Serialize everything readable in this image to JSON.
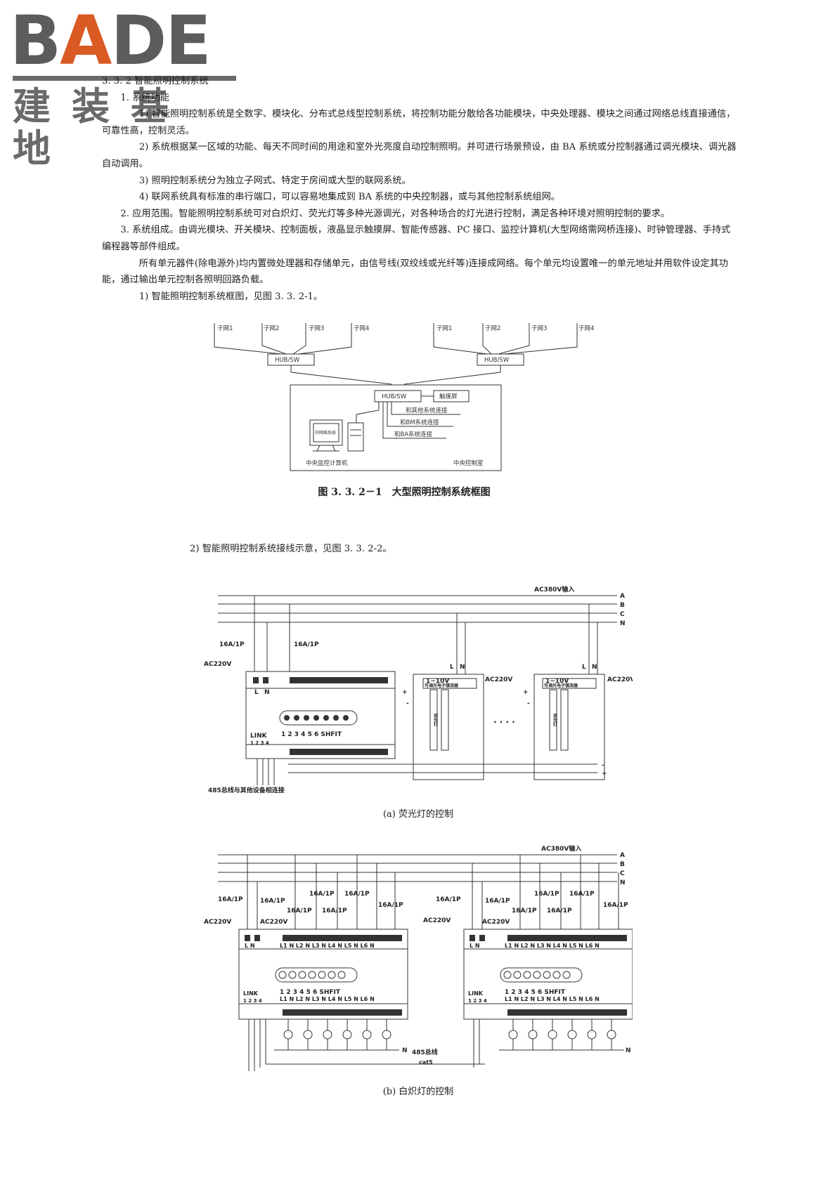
{
  "logo": {
    "brand": "BADE",
    "brand_accent_letter": "A",
    "subtitle": "建装基地",
    "accent_color": "#d95a22"
  },
  "paragraphs": [
    {
      "cls": "",
      "text": "3. 3. 2 智能照明控制系统"
    },
    {
      "cls": "indent",
      "text": "1. 系统功能"
    },
    {
      "cls": "indent4",
      "text": "1) 智能照明控制系统是全数字、模块化、分布式总线型控制系统，将控制功能分散给各功能模块，中央处理器、模块之间通过网络总线直接通信，可靠性高，控制灵活。"
    },
    {
      "cls": "indent4",
      "text": "2) 系统根据某一区域的功能、每天不同时间的用途和室外光亮度自动控制照明。并可进行场景预设，由 BA 系统或分控制器通过调光模块、调光器自动调用。"
    },
    {
      "cls": "indent4",
      "text": "3) 照明控制系统分为独立子网式、特定于房间或大型的联网系统。"
    },
    {
      "cls": "indent4",
      "text": "4) 联网系统具有标准的串行端口，可以容易地集成到 BA 系统的中央控制器，或与其他控制系统组网。"
    },
    {
      "cls": "indent",
      "text": "2. 应用范围。智能照明控制系统可对白炽灯、荧光灯等多种光源调光，对各种场合的灯光进行控制，满足各种环境对照明控制的要求。"
    },
    {
      "cls": "indent",
      "text": "3. 系统组成。由调光模块、开关模块、控制面板，液晶显示触摸屏、智能传感器、PC 接口、监控计算机(大型网络需网桥连接)、时钟管理器、手持式编程器等部件组成。"
    },
    {
      "cls": "indent4",
      "text": "所有单元器件(除电源外)均内置微处理器和存储单元，由信号线(双绞线或光纤等)连接成网络。每个单元均设置唯一的单元地址并用软件设定其功能，通过输出单元控制各照明回路负载。"
    },
    {
      "cls": "indent4",
      "text": "1) 智能照明控制系统框图，见图 3. 3. 2-1。"
    }
  ],
  "fig1": {
    "left_subnets": [
      "子网1",
      "子网2",
      "子网3",
      "子网4"
    ],
    "right_subnets": [
      "子网1",
      "子网2",
      "子网3",
      "子网4"
    ],
    "hub": "HUB/SW",
    "touch": "触摸屏",
    "links": [
      "和其他系统连接",
      "和BM系统连接",
      "和BA系统连接"
    ],
    "monitor_screen": "中网络系统",
    "computer": "中央监控计算机",
    "room": "中央控制室",
    "caption": "图 3. 3. 2－1　大型照明控制系统框图"
  },
  "line2": "2) 智能照明控制系统接线示意，见图 3. 3. 2-2。",
  "fig2a": {
    "input": "AC380V输入",
    "phases": [
      "A",
      "B",
      "C",
      "N"
    ],
    "breaker": "16A/1P",
    "ac220": "AC220V",
    "l": "L",
    "n": "N",
    "v110": "1~10V",
    "ballast": "可调光电子镇流器",
    "lamp": "荧光灯",
    "keys": "1 2 3 4 5 6 SHFIT",
    "link": "LINK",
    "link_pins": "1 2 3 4",
    "plus": "+",
    "minus": "-",
    "dots": "· · · ·",
    "bus_note": "485总线与其他设备相连接",
    "caption": "(a) 荧光灯的控制"
  },
  "fig2b": {
    "input": "AC380V输入",
    "phases": [
      "A",
      "B",
      "C",
      "N"
    ],
    "breaker": "16A/1P",
    "ac220": "AC220V",
    "terminals": "L1 N L2 N L3 N L4 N L5 N L6 N",
    "ln": "L    N",
    "keys": "1 2 3 4 5 6 SHFIT",
    "link": "LINK",
    "link_pins": "1 2 3 4",
    "n": "N",
    "bus": "485总线",
    "cable": "cat5",
    "caption": "(b) 白炽灯的控制"
  }
}
